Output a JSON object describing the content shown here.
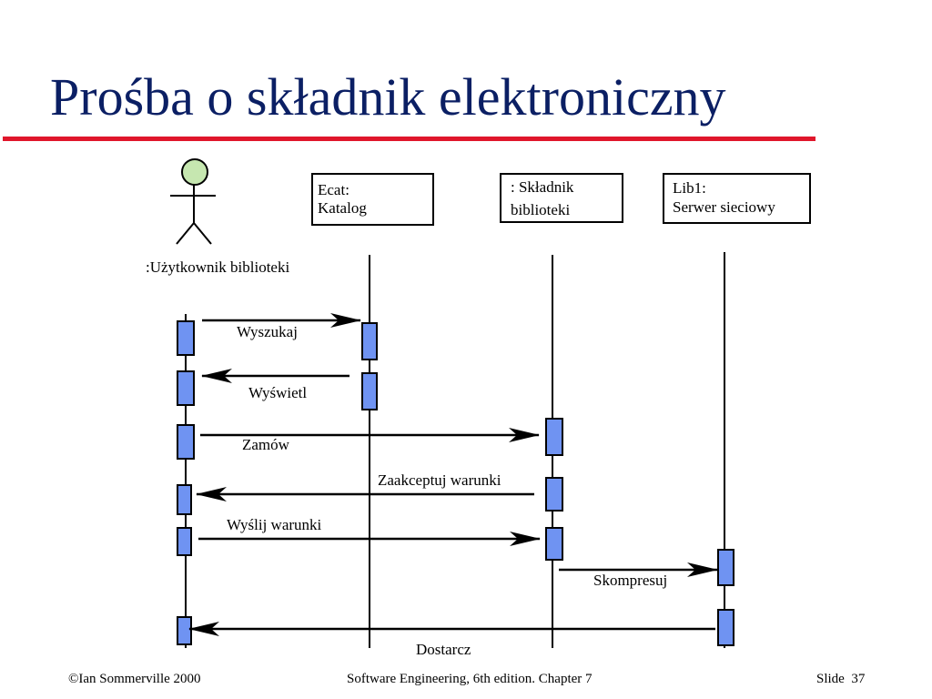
{
  "slide": {
    "title": "Prośba o składnik elektroniczny"
  },
  "diagram": {
    "actor_label": ":Użytkownik biblioteki",
    "objects": [
      {
        "line1": "Ecat:",
        "line2": "Katalog"
      },
      {
        "line1": ": Składnik",
        "line2": "biblioteki"
      },
      {
        "line1": "Lib1:",
        "line2": "Serwer sieciowy"
      }
    ],
    "messages": [
      "Wyszukaj",
      "Wyświetl",
      "Zamów",
      "Zaakceptuj warunki",
      "Wyślij warunki",
      "Skompresuj",
      "Dostarcz"
    ],
    "colors": {
      "activation_fill": "#6f93f2",
      "actor_head_fill": "#c6e7b0",
      "title": "#0b1f64",
      "rule": "#e0162b"
    }
  },
  "footer": {
    "copyright": "©Ian Sommerville 2000",
    "book": "Software Engineering, 6th edition. Chapter 7",
    "slide_label": "Slide",
    "slide_number": "37"
  }
}
